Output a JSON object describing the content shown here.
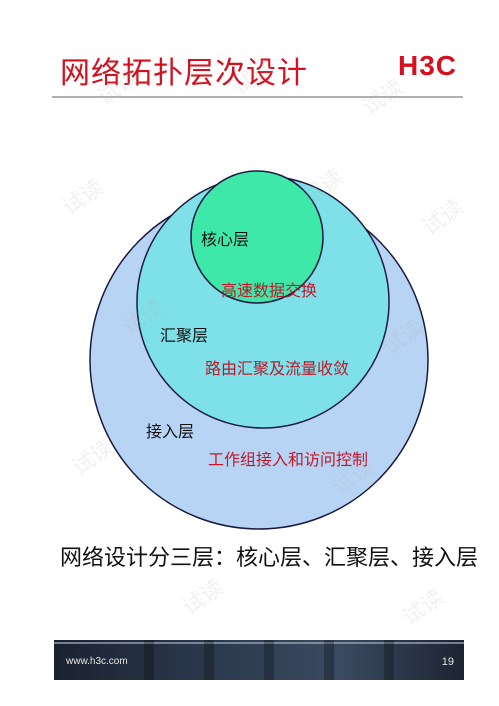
{
  "slide": {
    "title": "网络拓扑层次设计",
    "logo": "H3C",
    "summary": "网络设计分三层：核心层、汇聚层、接入层"
  },
  "layers": {
    "core": {
      "label": "核心层",
      "function": "高速数据交换"
    },
    "distribution": {
      "label": "汇聚层",
      "function": "路由汇聚及流量收敛"
    },
    "access": {
      "label": "接入层",
      "function": "工作组接入和访问控制"
    }
  },
  "footer": {
    "url": "www.h3c.com",
    "page_number": "19"
  },
  "colors": {
    "brand_red": "#d4101e",
    "core_fill": "#3ee8a8",
    "distribution_fill": "#7ee0e8",
    "access_fill": "#b8d4f4",
    "function_text": "#c0182a"
  },
  "watermark": "试读"
}
